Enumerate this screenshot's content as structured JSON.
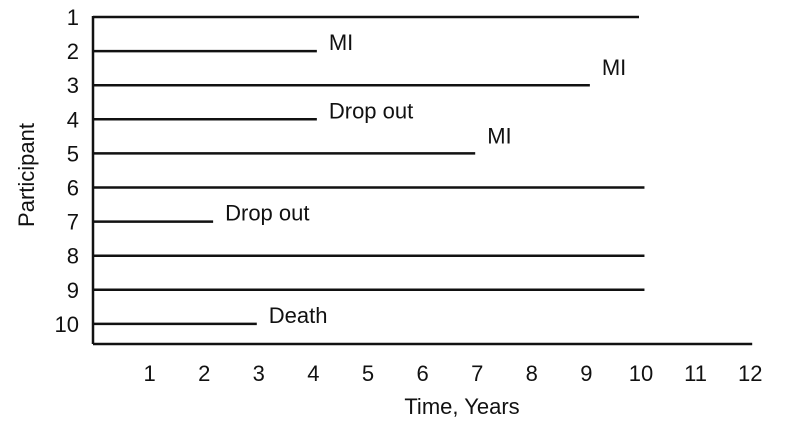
{
  "chart_data": {
    "type": "timeline",
    "xlabel": "Time, Years",
    "ylabel": "Participant",
    "xlim": [
      0,
      12
    ],
    "x_ticks": [
      1,
      2,
      3,
      4,
      5,
      6,
      7,
      8,
      9,
      10,
      11,
      12
    ],
    "grid": false,
    "participants": [
      {
        "id": "1",
        "end": 10.0,
        "event": ""
      },
      {
        "id": "2",
        "end": 4.1,
        "event": "MI"
      },
      {
        "id": "3",
        "end": 9.1,
        "event": "MI"
      },
      {
        "id": "4",
        "end": 4.1,
        "event": "Drop out"
      },
      {
        "id": "5",
        "end": 7.0,
        "event": "MI"
      },
      {
        "id": "6",
        "end": 10.1,
        "event": ""
      },
      {
        "id": "7",
        "end": 2.2,
        "event": "Drop out"
      },
      {
        "id": "8",
        "end": 10.1,
        "event": ""
      },
      {
        "id": "9",
        "end": 10.1,
        "event": ""
      },
      {
        "id": "10",
        "end": 3.0,
        "event": "Death"
      }
    ],
    "colors": {
      "line": "#111111"
    }
  }
}
